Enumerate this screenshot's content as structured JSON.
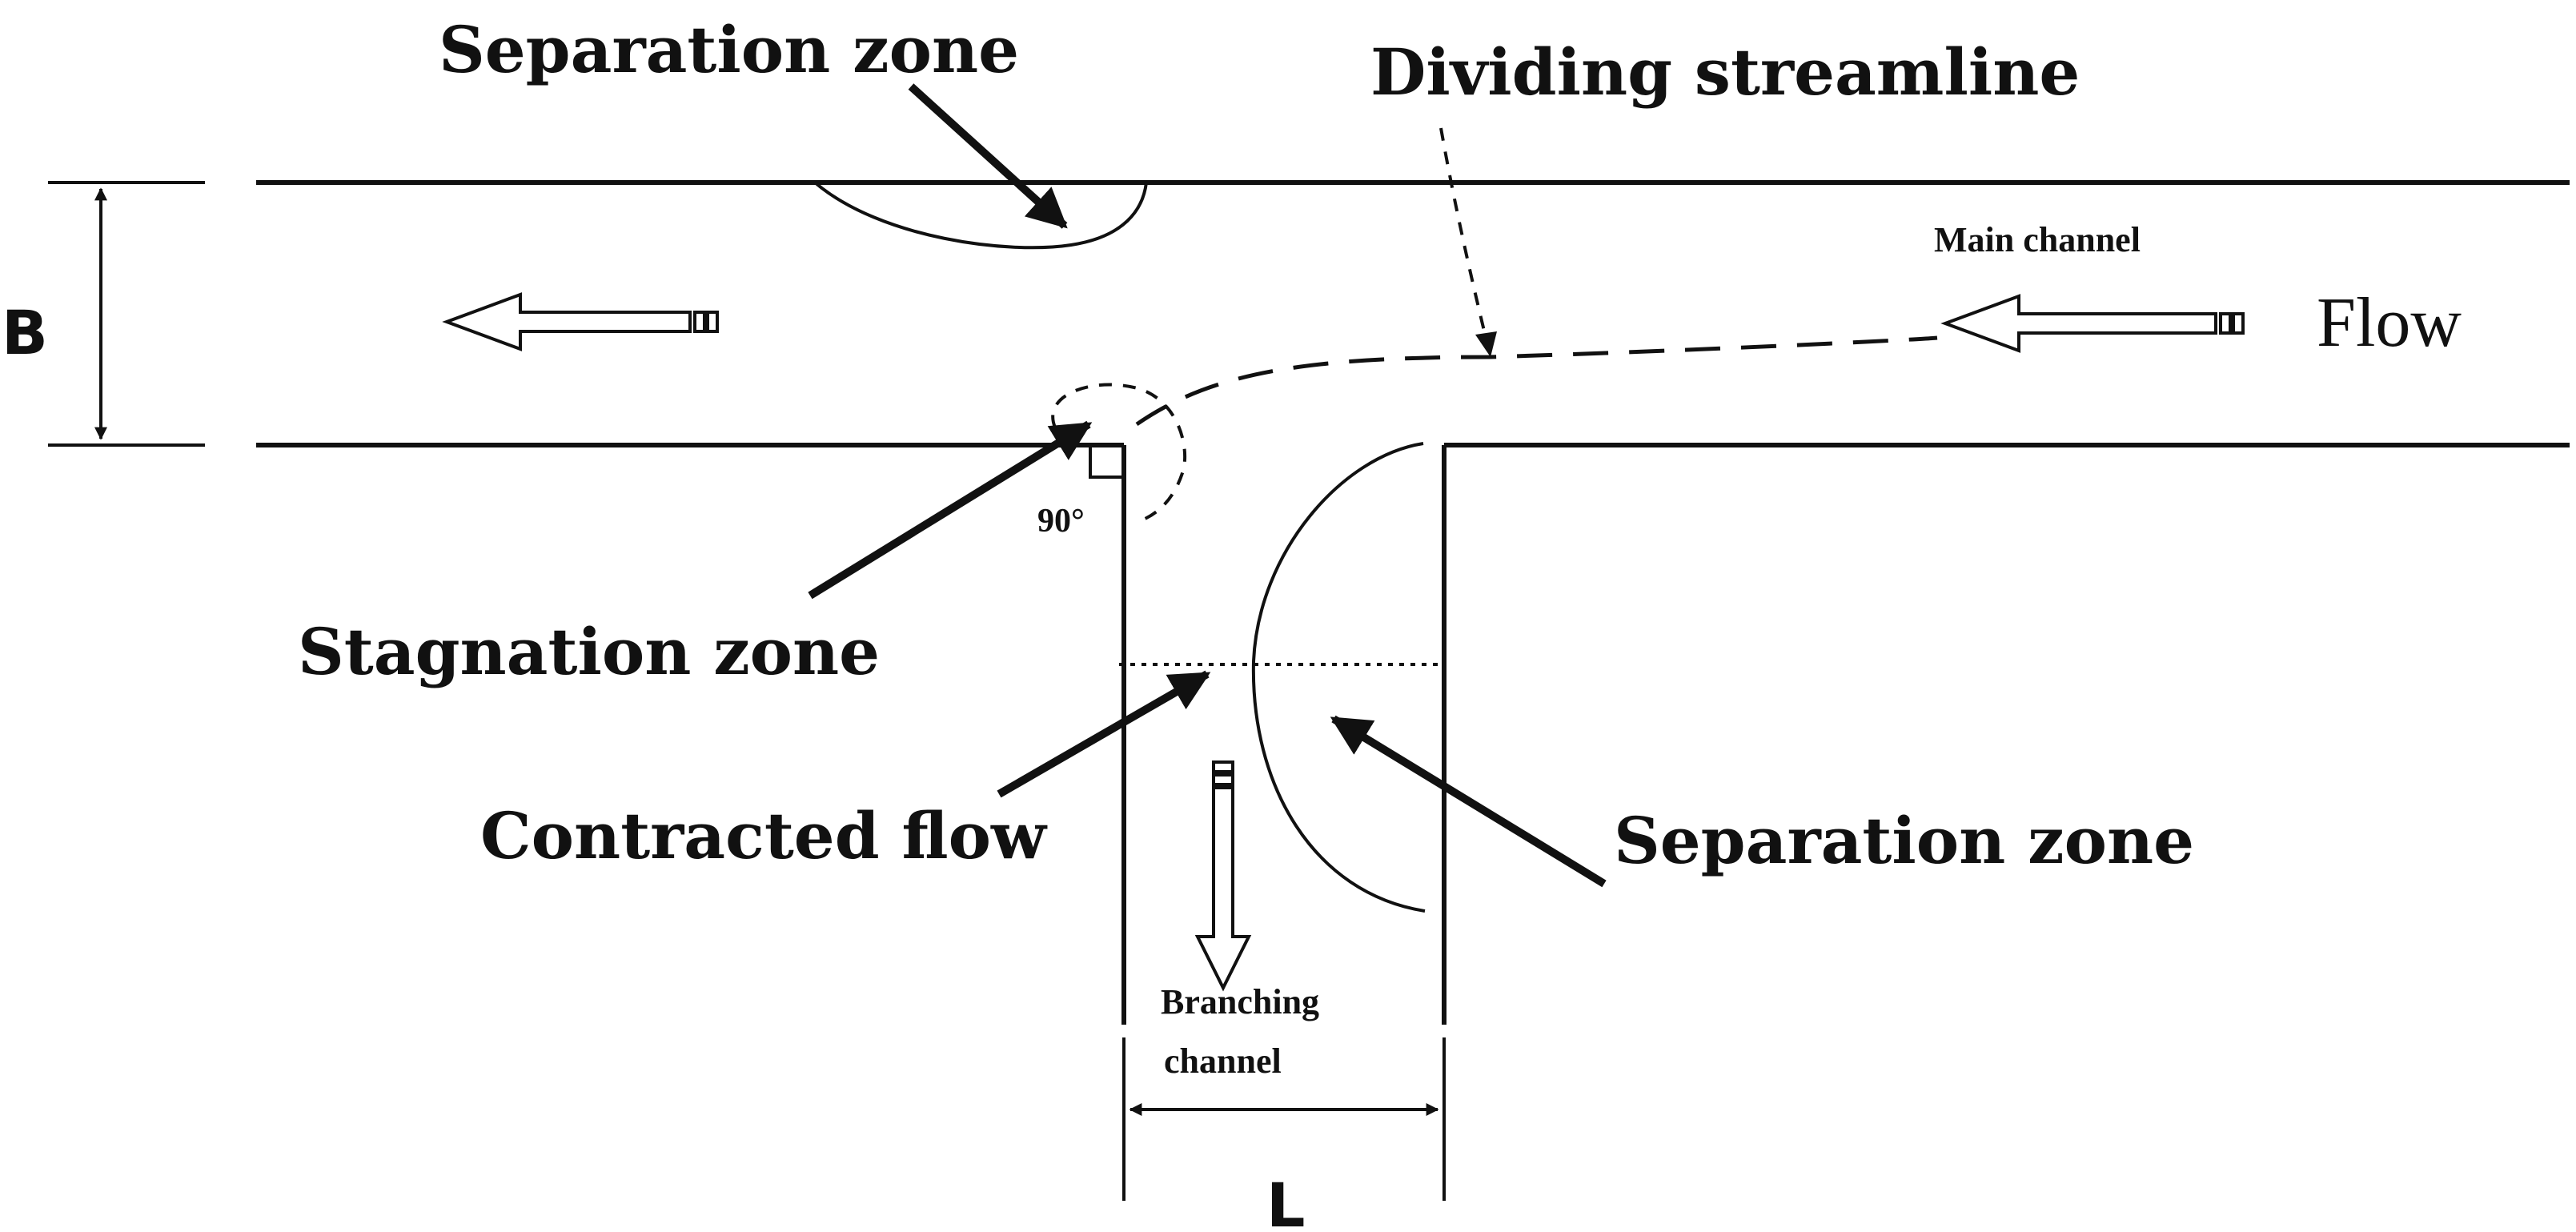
{
  "labels": {
    "separation_zone_top": "Separation zone",
    "dividing_streamline": "Dividing streamline",
    "main_channel": "Main channel",
    "flow": "Flow",
    "width_b": "B",
    "angle": "90°",
    "stagnation_zone": "Stagnation zone",
    "contracted_flow": "Contracted flow",
    "separation_zone_bottom": "Separation zone",
    "branching_channel_line1": "Branching",
    "branching_channel_line2": "channel",
    "width_l": "L"
  }
}
